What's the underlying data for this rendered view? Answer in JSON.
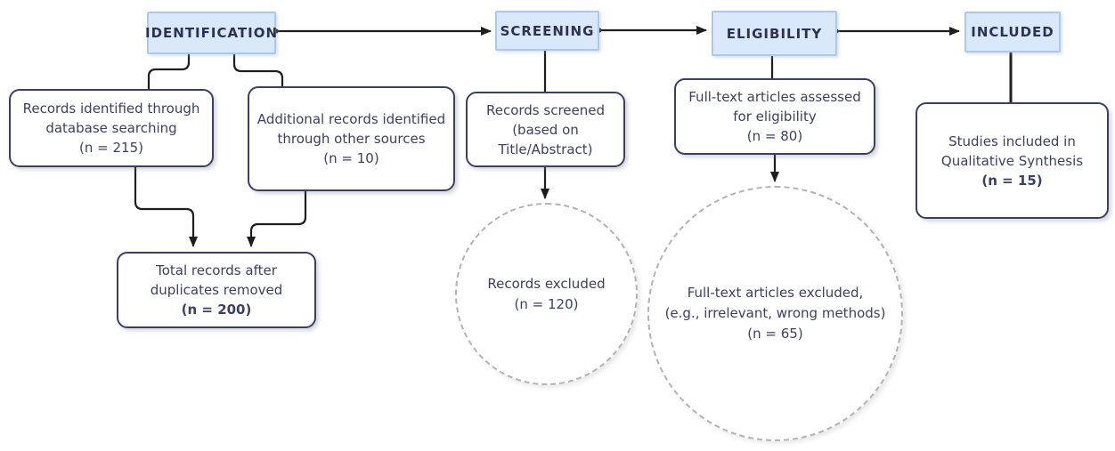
{
  "colors": {
    "background": "#ffffff",
    "header_fill": "#d9e9fb",
    "header_border": "#a9c9ef",
    "box_border": "#3a3f63",
    "text": "#3b4065",
    "line": "#1e1e1e",
    "dash": "#b3b3b3"
  },
  "stages": [
    {
      "label": "IDENTIFICATION"
    },
    {
      "label": "SCREENING"
    },
    {
      "label": "ELIGIBILITY"
    },
    {
      "label": "INCLUDED"
    }
  ],
  "nodes": {
    "records_identified": {
      "lines": [
        "Records identified through",
        "database searching",
        "(n = 215)"
      ]
    },
    "additional_records": {
      "lines": [
        "Additional records identified",
        "through other sources",
        "(n = 10)"
      ]
    },
    "total_records": {
      "lines": [
        "Total records after",
        "duplicates removed"
      ],
      "count": "(n = 200)"
    },
    "records_screened": {
      "lines": [
        "Records screened",
        "(based on",
        "Title/Abstract)"
      ]
    },
    "records_excluded": {
      "lines": [
        "Records excluded",
        "(n = 120)"
      ]
    },
    "fulltext_assessed": {
      "lines": [
        "Full-text articles assessed",
        "for eligibility",
        "(n = 80)"
      ]
    },
    "fulltext_excluded": {
      "lines": [
        "Full-text articles excluded,",
        "(e.g., irrelevant, wrong methods)",
        "(n = 65)"
      ]
    },
    "studies_included": {
      "lines": [
        "Studies included in",
        "Qualitative Synthesis"
      ],
      "count": "(n = 15)"
    }
  }
}
